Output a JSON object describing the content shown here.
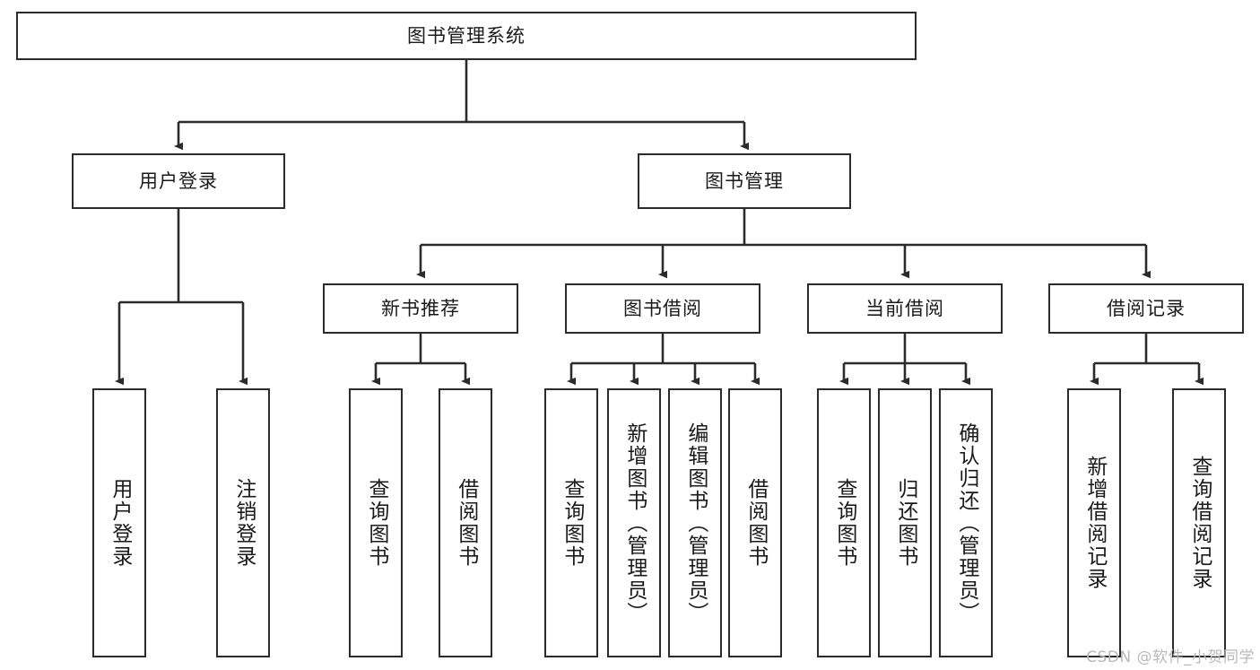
{
  "diagram": {
    "title": "图书管理系统",
    "watermark": "CSDN @软件_小贺同学",
    "colors": {
      "stroke": "#2b2b2b",
      "fill": "#ffffff",
      "text": "#1a1a1a",
      "watermark": "#b9b9b9"
    },
    "nodes": {
      "root": {
        "label": "图书管理系统"
      },
      "level1": [
        {
          "id": "user-login",
          "label": "用户登录"
        },
        {
          "id": "book-manage",
          "label": "图书管理"
        }
      ],
      "level2": [
        {
          "id": "new-book-recommend",
          "label": "新书推荐"
        },
        {
          "id": "book-borrow",
          "label": "图书借阅"
        },
        {
          "id": "current-borrow",
          "label": "当前借阅"
        },
        {
          "id": "borrow-record",
          "label": "借阅记录"
        }
      ],
      "leaves": {
        "user-login": [
          {
            "id": "leaf-user-login",
            "label": "用户登录"
          },
          {
            "id": "leaf-logout",
            "label": "注销登录"
          }
        ],
        "new-book-recommend": [
          {
            "id": "leaf-query-book-1",
            "label": "查询图书"
          },
          {
            "id": "leaf-borrow-book-1",
            "label": "借阅图书"
          }
        ],
        "book-borrow": [
          {
            "id": "leaf-query-book-2",
            "label": "查询图书"
          },
          {
            "id": "leaf-add-book",
            "label": "新增图书（管理员）"
          },
          {
            "id": "leaf-edit-book",
            "label": "编辑图书（管理员）"
          },
          {
            "id": "leaf-borrow-book-2",
            "label": "借阅图书"
          }
        ],
        "current-borrow": [
          {
            "id": "leaf-query-book-3",
            "label": "查询图书"
          },
          {
            "id": "leaf-return-book",
            "label": "归还图书"
          },
          {
            "id": "leaf-confirm-return",
            "label": "确认归还（管理员）"
          }
        ],
        "borrow-record": [
          {
            "id": "leaf-add-record",
            "label": "新增借阅记录"
          },
          {
            "id": "leaf-query-record",
            "label": "查询借阅记录"
          }
        ]
      }
    }
  }
}
